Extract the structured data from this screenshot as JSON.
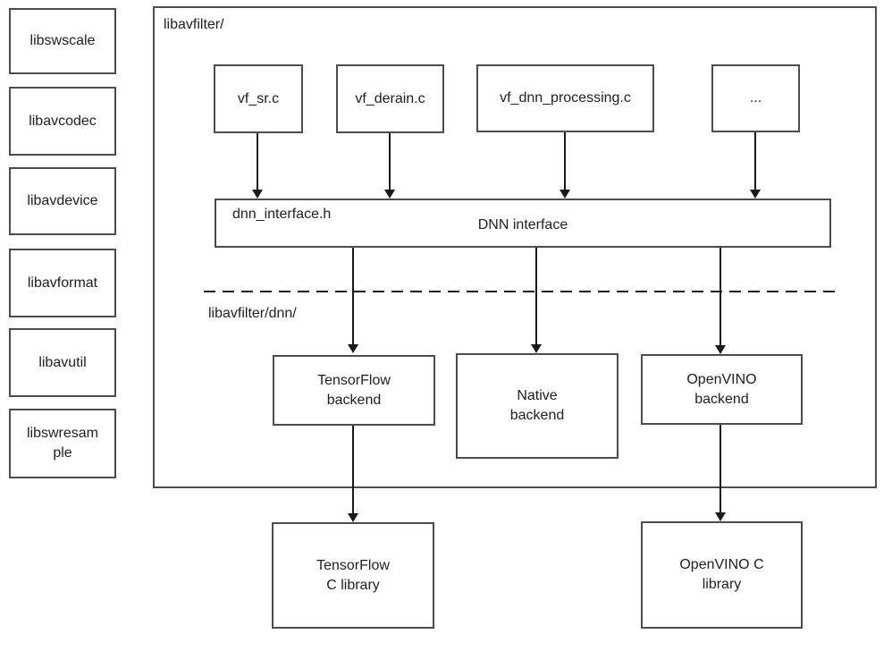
{
  "diagram": {
    "sidebar": {
      "items": [
        {
          "label": "libswscale"
        },
        {
          "label": "libavcodec"
        },
        {
          "label": "libavdevice"
        },
        {
          "label": "libavformat"
        },
        {
          "label": "libavutil"
        },
        {
          "label": "libswresam\nple"
        }
      ]
    },
    "container": {
      "label": "libavfilter/"
    },
    "filters": [
      {
        "label": "vf_sr.c"
      },
      {
        "label": "vf_derain.c"
      },
      {
        "label": "vf_dnn_processing.c"
      },
      {
        "label": "..."
      }
    ],
    "interface_bar": {
      "header_file": "dnn_interface.h",
      "title": "DNN interface"
    },
    "dnn_section": {
      "label": "libavfilter/dnn/"
    },
    "backends": [
      {
        "label": "TensorFlow\nbackend"
      },
      {
        "label": "Native\nbackend"
      },
      {
        "label": "OpenVINO\nbackend"
      }
    ],
    "libraries": [
      {
        "label": "TensorFlow\nC library"
      },
      {
        "label": "OpenVINO C\nlibrary"
      }
    ]
  },
  "colors": {
    "background": "#ffffff",
    "box_border": "#4d4d4d",
    "line": "#1a1a1a",
    "text": "#1f1f1f"
  }
}
